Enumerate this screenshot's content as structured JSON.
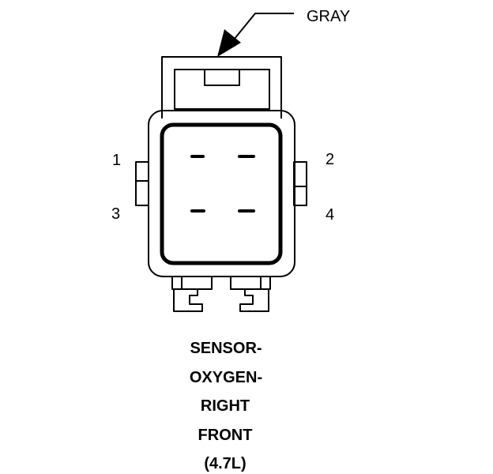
{
  "connector": {
    "color_label": "GRAY",
    "pins": [
      {
        "number": "1"
      },
      {
        "number": "2"
      },
      {
        "number": "3"
      },
      {
        "number": "4"
      }
    ]
  },
  "caption": {
    "lines": [
      "SENSOR-",
      "OXYGEN-",
      "RIGHT",
      "FRONT",
      "(4.7L)"
    ]
  },
  "colors": {
    "line": "#000000",
    "background": "#ffffff"
  }
}
